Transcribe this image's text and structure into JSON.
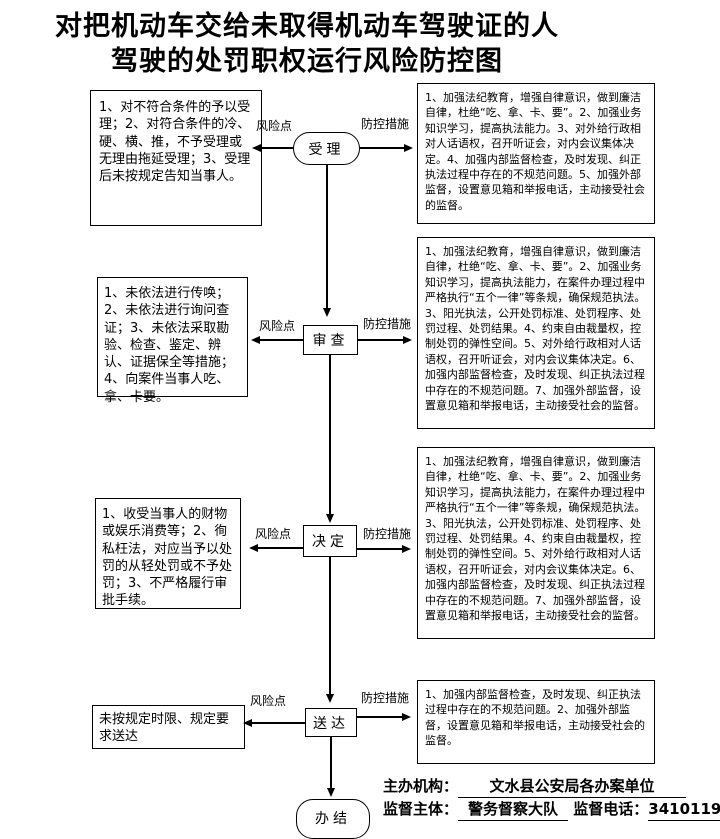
{
  "title": {
    "line1": "对把机动车交给未取得机动车驾驶证的人",
    "line2": "驾驶的处罚职权运行风险防控图"
  },
  "labels": {
    "risk": "风险点",
    "control": "防控措施"
  },
  "stages": [
    {
      "node": "受理",
      "risk": "1、对不符合条件的予以受理；2、对符合条件的冷、硬、横、推，不予受理或无理由拖延受理；3、受理后未按规定告知当事人。",
      "control": "1、加强法纪教育，增强自律意识，做到廉洁自律，杜绝“吃、拿、卡、要”。2、加强业务知识学习，提高执法能力。3、对外给行政相对人话语权，召开听证会，对内会议集体决定。4、加强内部监督检查，及时发现、纠正执法过程中存在的不规范问题。5、加强外部监督，设置意见箱和举报电话，主动接受社会的监督。"
    },
    {
      "node": "审查",
      "risk": "1、未依法进行传唤；2、未依法进行询问查证；3、未依法采取勘验、检查、鉴定、辨认、证据保全等措施；4、向案件当事人吃、拿、卡要。",
      "control": "1、加强法纪教育，增强自律意识，做到廉洁自律，杜绝“吃、拿、卡、要”。2、加强业务知识学习，提高执法能力，在案件办理过程中严格执行“五个一律”等条规，确保规范执法。3、阳光执法，公开处罚标准、处罚程序、处罚过程、处罚结果。4、约束自由裁量权，控制处罚的弹性空间。5、对外给行政相对人话语权，召开听证会，对内会议集体决定。6、加强内部监督检查，及时发现、纠正执法过程中存在的不规范问题。7、加强外部监督，设置意见箱和举报电话，主动接受社会的监督。"
    },
    {
      "node": "决定",
      "risk": "1、收受当事人的财物或娱乐消费等；2、徇私枉法，对应当予以处罚的从轻处罚或不予处罚；3、不严格履行审批手续。",
      "control": "1、加强法纪教育，增强自律意识，做到廉洁自律，杜绝“吃、拿、卡、要”。2、加强业务知识学习，提高执法能力，在案件办理过程中严格执行“五个一律”等条规，确保规范执法。3、阳光执法，公开处罚标准、处罚程序、处罚过程、处罚结果。4、约束自由裁量权，控制处罚的弹性空间。5、对外给行政相对人话语权，召开听证会，对内会议集体决定。6、加强内部监督检查，及时发现、纠正执法过程中存在的不规范问题。7、加强外部监督，设置意见箱和举报电话，主动接受社会的监督。"
    },
    {
      "node": "送达",
      "risk": "未按规定时限、规定要求送达",
      "control": "1、加强内部监督检查，及时发现、纠正执法过程中存在的不规范问题。2、加强外部监督，设置意见箱和举报电话，主动接受社会的监督。"
    }
  ],
  "final_node": "办结",
  "footer": {
    "org_label": "主办机构：",
    "org_value": "文水县公安局各办案单位",
    "supervisor_label": "监督主体：",
    "supervisor_value": "警务督察大队",
    "phone_label": "监督电话：",
    "phone_value": "3410119"
  }
}
